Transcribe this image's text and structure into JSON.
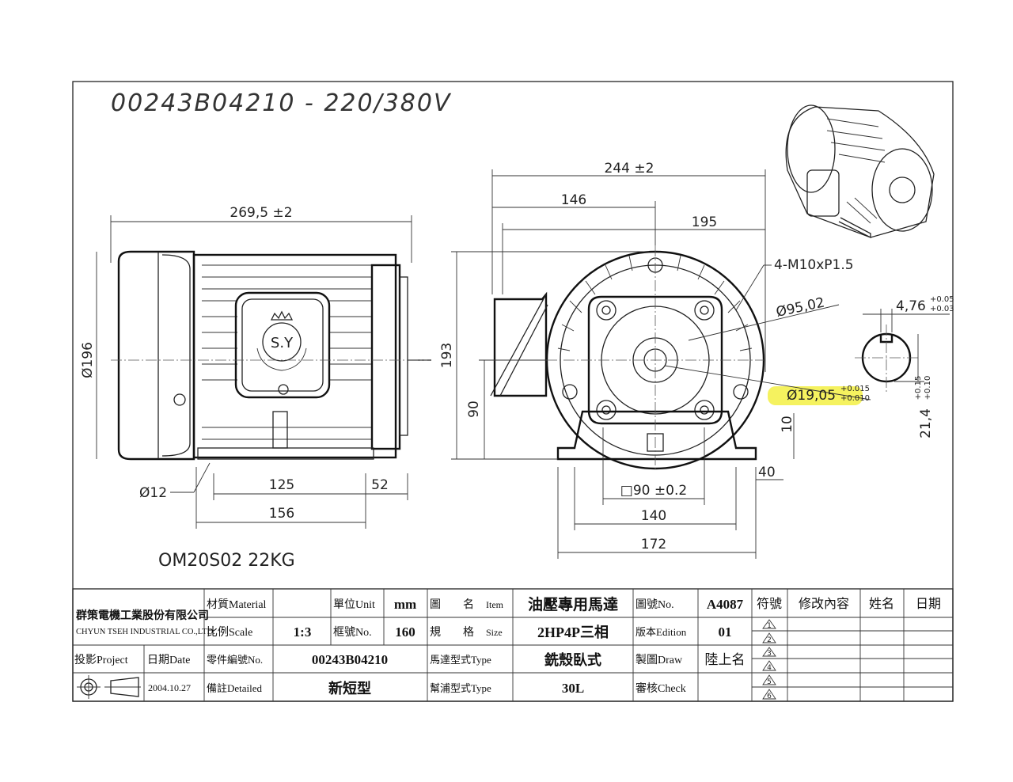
{
  "handwritten_note": "00243B04210 - 220/380V",
  "model_weight": "OM20S02  22KG",
  "dims": {
    "d269": "269,5 ±2",
    "d196": "Ø196",
    "d12": "Ø12",
    "d125": "125",
    "d52": "52",
    "d156": "156",
    "d244": "244 ±2",
    "d146": "146",
    "d195": "195",
    "d193": "193",
    "d90": "90",
    "bolt": "4-M10xP1.5",
    "d95": "Ø95,02",
    "d19": "Ø19,05",
    "d19_tol_up": "+0.015",
    "d19_tol_lo": "+0.010",
    "d10": "10",
    "d40": "40",
    "sq90": "□90 ±0.2",
    "d140": "140",
    "d172": "172",
    "key_w": "4,76",
    "key_w_up": "+0.05",
    "key_w_lo": "+0.03",
    "key_h": "21,4",
    "key_h_up": "+0.15",
    "key_h_lo": "+0.10"
  },
  "logo_text": "S.Y",
  "title_block": {
    "company_cn": "群策電機工業股份有限公司",
    "company_en": "CHYUN TSEH INDUSTRIAL CO.,LTD.",
    "projection_label": "投影Project",
    "date_label": "日期Date",
    "date_value": "2004.10.27",
    "material_label": "材質Material",
    "material_value": "",
    "unit_label": "單位Unit",
    "unit_value": "mm",
    "scale_label": "比例Scale",
    "scale_value": "1:3",
    "frame_label": "框號No.",
    "frame_value": "160",
    "part_label": "零件編號No.",
    "part_value": "00243B04210",
    "detail_label": "備註Detailed",
    "detail_value": "新短型",
    "item_label_cn": "圖　　名",
    "item_label_en": "Item",
    "item_value": "油壓專用馬達",
    "size_label_cn": "規　　格",
    "size_label_en": "Size",
    "size_value": "2HP4P三相",
    "motor_type_label": "馬達型式Type",
    "motor_type_value": "銑殼臥式",
    "pump_type_label": "幫浦型式Type",
    "pump_type_value": "30L",
    "drawing_no_label": "圖號No.",
    "drawing_no_value": "A4087",
    "edition_label": "版本Edition",
    "edition_value": "01",
    "draw_label": "製圖Draw",
    "draw_value": "陸上名",
    "check_label": "審核Check",
    "check_value": "",
    "rev_symbol_label": "符號",
    "rev_content_label": "修改內容",
    "rev_name_label": "姓名",
    "rev_date_label": "日期",
    "rev_marks": [
      "1",
      "2",
      "3",
      "4",
      "5",
      "6"
    ]
  },
  "colors": {
    "highlight": "#f2ee2a",
    "ink": "#222222"
  }
}
